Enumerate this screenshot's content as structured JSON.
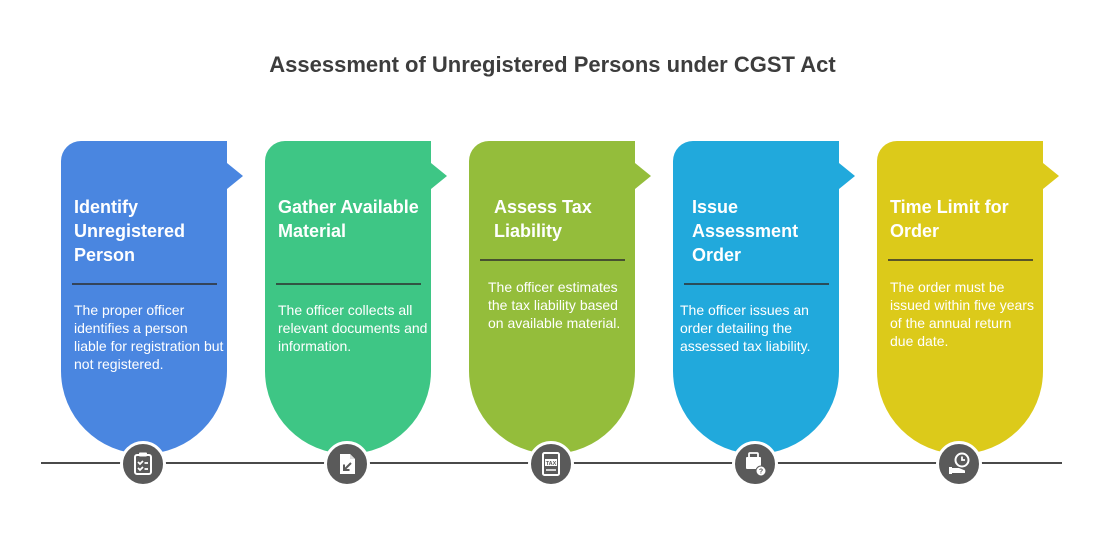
{
  "title": "Assessment of Unregistered Persons under CGST Act",
  "steps": [
    {
      "title": "Identify Unregistered Person",
      "description": "The proper officer identifies a person liable for registration but not registered.",
      "color": "#4a86e0",
      "icon": "checklist-icon"
    },
    {
      "title": "Gather Available Material",
      "description": "The officer collects all relevant documents and information.",
      "color": "#3ec685",
      "icon": "document-collect-icon"
    },
    {
      "title": "Assess Tax Liability",
      "description": "The officer estimates the tax liability based on available material.",
      "color": "#94bd3b",
      "icon": "tax-document-icon"
    },
    {
      "title": "Issue Assessment Order",
      "description": "The officer issues an order detailing the assessed tax liability.",
      "color": "#21a9dc",
      "icon": "order-issue-icon"
    },
    {
      "title": "Time Limit for Order",
      "description": "The order must be issued within five years of the annual return due date.",
      "color": "#dcca1a",
      "icon": "clock-deadline-icon"
    }
  ]
}
